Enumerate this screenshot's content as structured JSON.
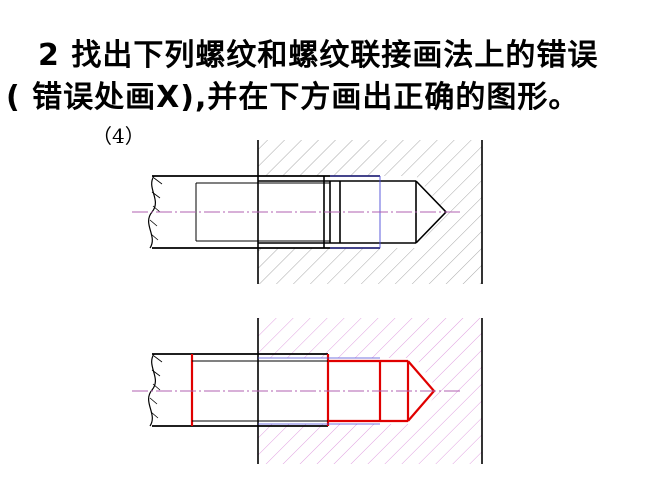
{
  "title": {
    "line1": "2 找出下列螺纹和螺纹联接画法上的错误",
    "line2": "( 错误处画X),并在下方画出正确的图形。"
  },
  "figure_label": "（4）",
  "colors": {
    "outline": "#000000",
    "thread_line_top": "#4a4ad8",
    "hatch_top": "#a8a8a8",
    "hatch_bottom": "#e0a0e0",
    "correction": "#e00000",
    "centerline_top": "#b060b0",
    "centerline_bottom": "#b060b0"
  }
}
